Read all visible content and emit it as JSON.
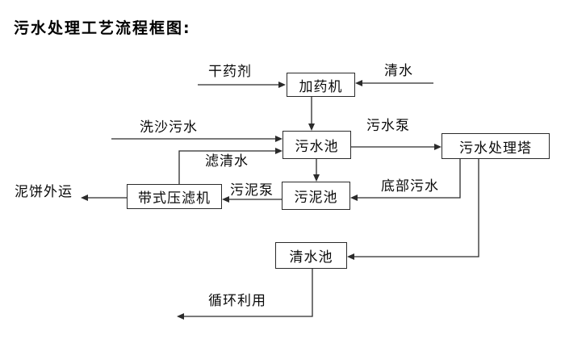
{
  "title": "污水处理工艺流程框图:",
  "diagram": {
    "nodes": {
      "dosing_machine": "加药机",
      "sewage_pool": "污水池",
      "treatment_tower": "污水处理塔",
      "sludge_pool": "污泥池",
      "belt_filter_press": "带式压滤机",
      "clean_water_pool": "清水池"
    },
    "edge_labels": {
      "dry_agent": "干药剂",
      "clean_water": "清水",
      "sand_washing_sewage": "洗沙污水",
      "sewage_pump": "污水泵",
      "filtered_water": "滤清水",
      "sludge_pump": "污泥泵",
      "bottom_sewage": "底部污水",
      "mud_cake_out": "泥饼外运",
      "recycle_use": "循环利用"
    },
    "flows": [
      {
        "from": "dry_agent_input",
        "to": "dosing_machine",
        "label": "干药剂"
      },
      {
        "from": "clean_water_input",
        "to": "dosing_machine",
        "label": "清水"
      },
      {
        "from": "dosing_machine",
        "to": "sewage_pool",
        "label": ""
      },
      {
        "from": "sand_washing_sewage_input",
        "to": "sewage_pool",
        "label": "洗沙污水"
      },
      {
        "from": "belt_filter_press",
        "to": "sewage_pool",
        "label": "滤清水"
      },
      {
        "from": "sewage_pool",
        "to": "treatment_tower",
        "label": "污水泵"
      },
      {
        "from": "sewage_pool",
        "to": "sludge_pool",
        "label": ""
      },
      {
        "from": "treatment_tower",
        "to": "sludge_pool",
        "label": "底部污水"
      },
      {
        "from": "sludge_pool",
        "to": "belt_filter_press",
        "label": "污泥泵"
      },
      {
        "from": "belt_filter_press",
        "to": "mud_cake_out",
        "label": "泥饼外运"
      },
      {
        "from": "treatment_tower",
        "to": "clean_water_pool",
        "label": ""
      },
      {
        "from": "clean_water_pool",
        "to": "recycle_use",
        "label": "循环利用"
      }
    ],
    "colors": {
      "line": "#2b2b2b",
      "text": "#0a0a0a",
      "background": "#ffffff"
    }
  }
}
